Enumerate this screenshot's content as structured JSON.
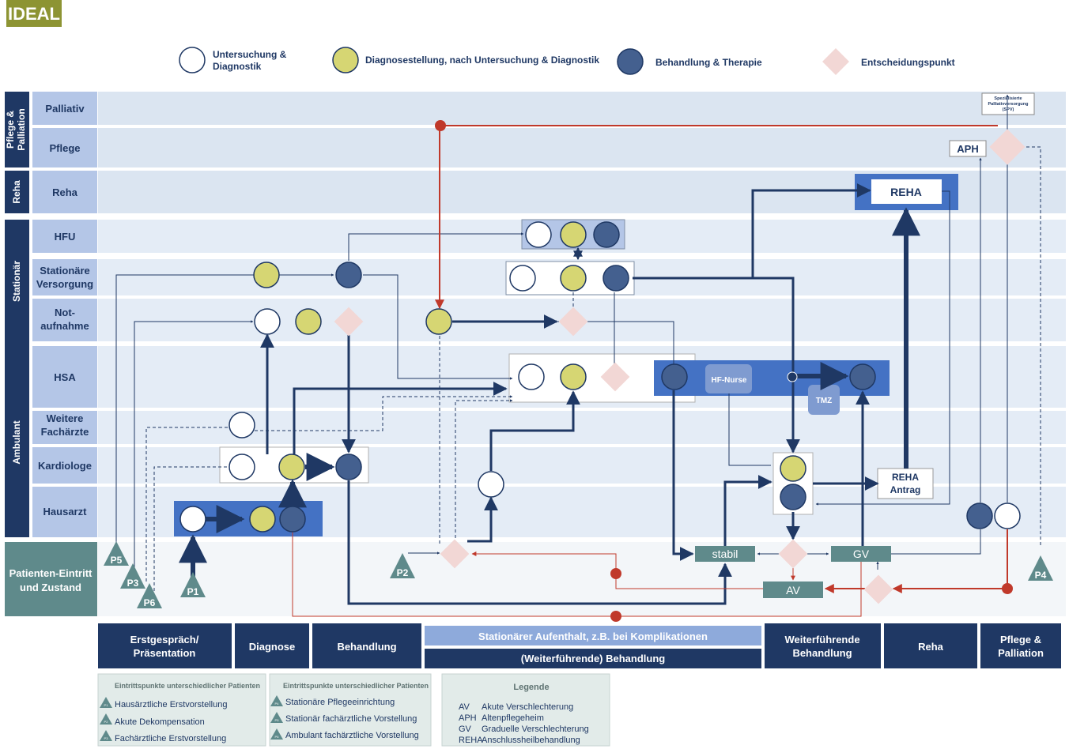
{
  "header": {
    "badge": "IDEAL"
  },
  "legend_top": {
    "examination": "Untersuchung &",
    "examination_2": "Diagnostik",
    "diagnosis": "Diagnosestellung, nach Untersuchung & Diagnostik",
    "treatment": "Behandlung & Therapie",
    "decision": "Entscheidungspunkt"
  },
  "groups": {
    "pflege_a": "Pflege &",
    "pflege_b": "Palliation",
    "reha": "Reha",
    "stationaer": "Stationär",
    "ambulant": "Ambulant"
  },
  "rows": {
    "palliativ": "Palliativ",
    "pflege": "Pflege",
    "reha": "Reha",
    "hfu": "HFU",
    "stat_a": "Stationäre",
    "stat_b": "Versorgung",
    "not_a": "Not-",
    "not_b": "aufnahme",
    "hsa": "HSA",
    "weitere_a": "Weitere",
    "weitere_b": "Fachärzte",
    "kardiologe": "Kardiologe",
    "hausarzt": "Hausarzt",
    "patient_a": "Patienten-Eintritt",
    "patient_b": "und Zustand"
  },
  "boxes": {
    "spv_a": "Spezialisierte",
    "spv_b": "Palliativversorgung",
    "spv_c": "(SPV)",
    "aph": "APH",
    "reha": "REHA",
    "hf_nurse": "HF-Nurse",
    "tmz": "TMZ",
    "reha_antrag_a": "REHA",
    "reha_antrag_b": "Antrag",
    "stabil": "stabil",
    "gv": "GV",
    "av": "AV"
  },
  "entry_points": [
    "P1",
    "P2",
    "P3",
    "P4",
    "P5",
    "P6"
  ],
  "phases": {
    "p1_a": "Erstgespräch/",
    "p1_b": "Präsentation",
    "p2": "Diagnose",
    "p3": "Behandlung",
    "p4_top": "Stationärer Aufenthalt, z.B. bei Komplikationen",
    "p4_bottom": "(Weiterführende) Behandlung",
    "p5_a": "Weiterführende",
    "p5_b": "Behandlung",
    "p6": "Reha",
    "p7_a": "Pflege &",
    "p7_b": "Palliation"
  },
  "footer": {
    "entry1_title": "Eintrittspunkte unterschiedlicher Patienten",
    "entry1_items": [
      "Hausärztliche Erstvorstellung",
      "Akute Dekompensation",
      "Fachärztliche Erstvorstellung"
    ],
    "entry1_codes": [
      "P1",
      "P2",
      "P3"
    ],
    "entry2_title": "Eintrittspunkte unterschiedlicher Patienten",
    "entry2_items": [
      "Stationäre Pflegeeinrichtung",
      "Stationär fachärztliche Vorstellung",
      "Ambulant fachärztliche Vorstellung"
    ],
    "entry2_codes": [
      "P4",
      "P5",
      "P6"
    ],
    "legend_title": "Legende",
    "abbr": [
      {
        "code": "AV",
        "text": "Akute Verschlechterung"
      },
      {
        "code": "APH",
        "text": "Altenpflegeheim"
      },
      {
        "code": "GV",
        "text": "Graduelle Verschlechterung"
      },
      {
        "code": "REHA",
        "text": "Anschlussheilbehandlung"
      }
    ]
  },
  "colors": {
    "navy": "#1f3864",
    "node_blue": "#44608f",
    "yellow": "#d6d673",
    "pink": "#f2d7d5",
    "teal": "#5f8a8b",
    "red": "#c0392b",
    "lane": "#dbe5f1",
    "label_box": "#b4c6e7",
    "badge": "#8d9433"
  }
}
